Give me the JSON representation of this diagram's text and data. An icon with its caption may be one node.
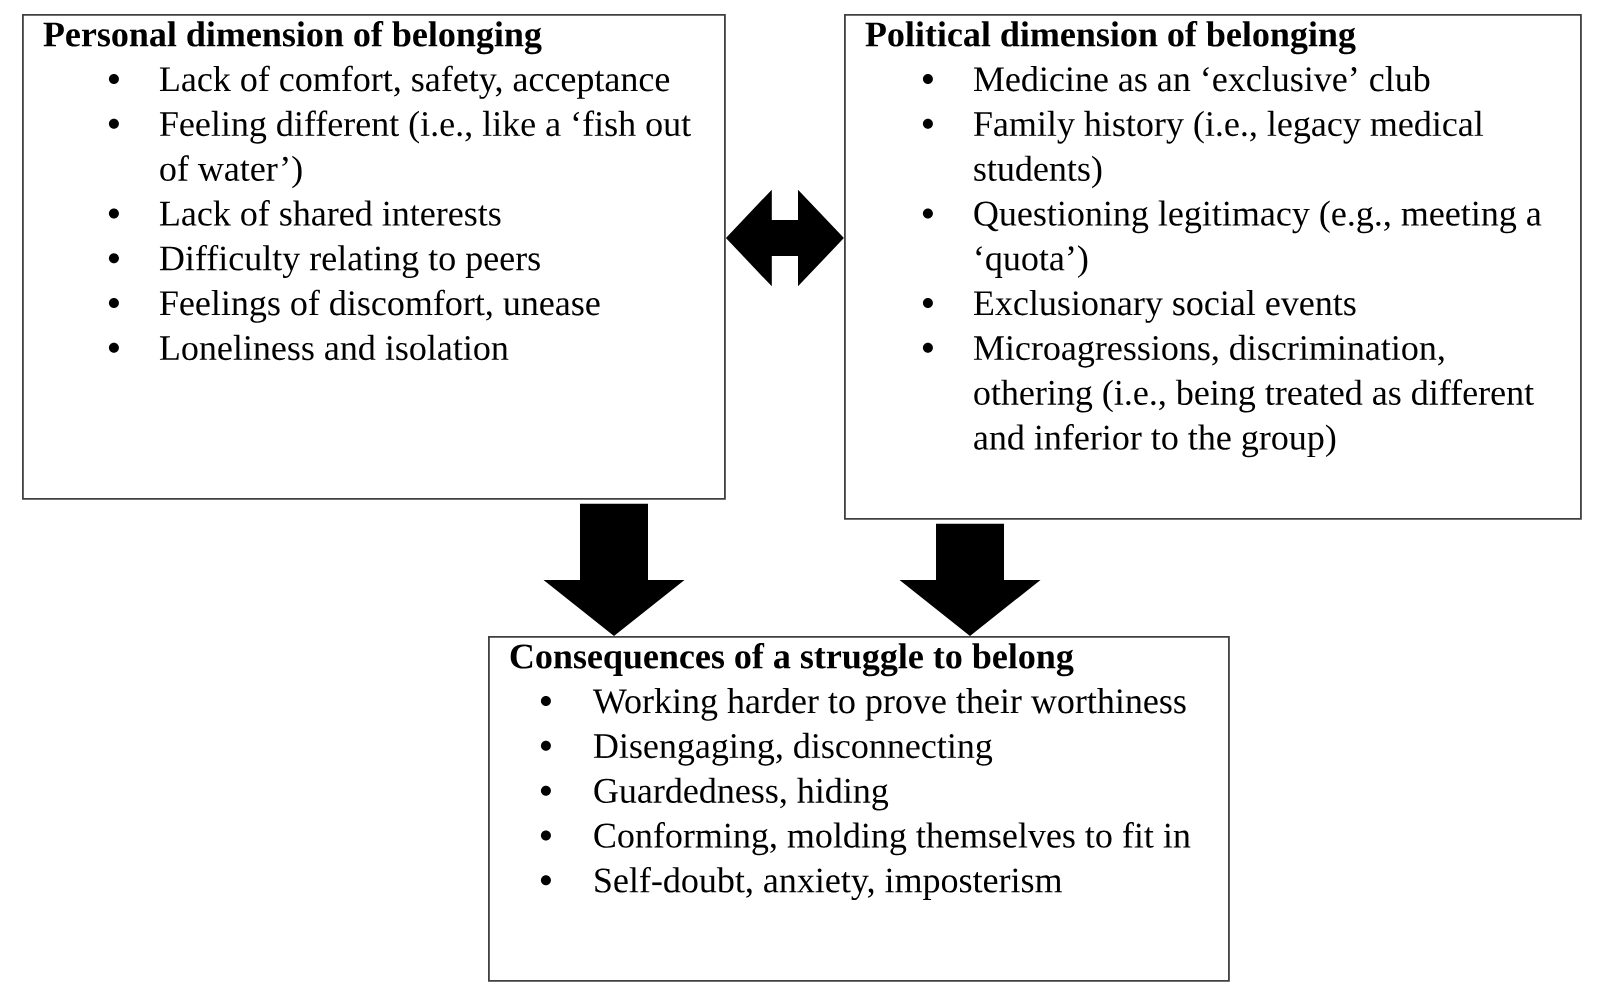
{
  "diagram": {
    "nodes": [
      {
        "text": [
          "Personal dimension of belonging",
          "Lack of comfort, safety, acceptance",
          "Feeling different (i.e., like a ‘fish out of water’)",
          "Lack of shared interests",
          "Difficulty relating to peers",
          "Feelings of discomfort, unease",
          "Loneliness and isolation"
        ]
      },
      {
        "text": [
          "Political dimension of belonging",
          "Medicine as an ‘exclusive’ club",
          "Family history (i.e., legacy medical students)",
          "Questioning legitimacy (e.g., meeting a ‘quota’)",
          "Exclusionary social events",
          "Microagressions, discrimination, othering (i.e., being treated as different and inferior to the group)"
        ]
      },
      {
        "text": [
          "Consequences of a struggle to belong",
          "Working harder to prove their worthiness",
          "Disengaging, disconnecting",
          "Guardedness, hiding",
          "Conforming, molding themselves to fit in",
          "Self-doubt, anxiety, imposterism"
        ]
      }
    ],
    "edges": [
      {
        "from": 0,
        "to": 1,
        "arrow": "both"
      },
      {
        "from": 0,
        "to": 2,
        "arrow": "to"
      },
      {
        "from": 1,
        "to": 2,
        "arrow": "to"
      }
    ]
  }
}
